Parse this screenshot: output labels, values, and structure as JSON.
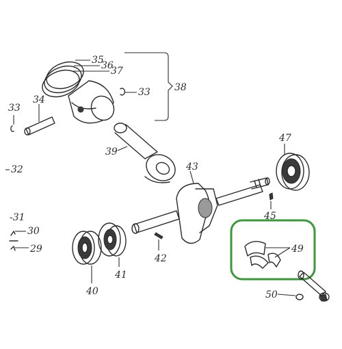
{
  "labels": {
    "p29": "29",
    "p30": "30",
    "p31": "-31",
    "p32": "32",
    "p33a": "33",
    "p33b": "33",
    "p34": "34",
    "p35": "35",
    "p36": "36",
    "p37": "37",
    "p38": "38",
    "p39": "39",
    "p40": "40",
    "p41": "41",
    "p42": "42",
    "p43": "43",
    "p45": "45",
    "p47": "47",
    "p49": "49",
    "p50": "50"
  },
  "colors": {
    "ink": "#2a2a2a",
    "highlight": "#3a9a3a",
    "background": "#ffffff"
  },
  "highlighted_part": "49"
}
